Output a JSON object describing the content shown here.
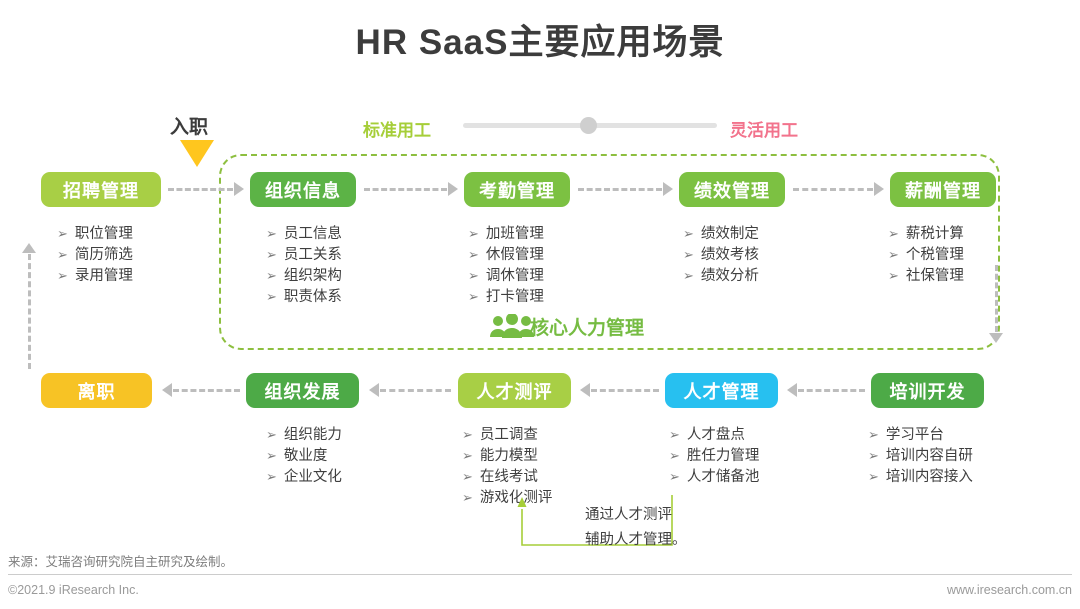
{
  "header": {
    "title": "HR SaaS主要应用场景"
  },
  "onboard": {
    "label": "入职",
    "marker_icon": "down-triangle-icon",
    "marker_color": "#FFC61E"
  },
  "slider": {
    "left_label": "标准用工",
    "right_label": "灵活用工",
    "left_color": "#a6ce39",
    "right_color": "#f2738c",
    "track_color": "#e2e2e2",
    "knob_color": "#cfcfcf",
    "knob_position_percent": 47
  },
  "core_group": {
    "label": "核心人力管理",
    "icon": "people-group-icon",
    "color": "#76bc43",
    "border_color": "#8dbf3f"
  },
  "modules": {
    "recruit": {
      "title": "招聘管理",
      "color": "#a8cf45",
      "items": [
        "职位管理",
        "简历筛选",
        "录用管理"
      ]
    },
    "org_info": {
      "title": "组织信息",
      "color": "#5cb346",
      "items": [
        "员工信息",
        "员工关系",
        "组织架构",
        "职责体系"
      ]
    },
    "attendance": {
      "title": "考勤管理",
      "color": "#7cc142",
      "items": [
        "加班管理",
        "休假管理",
        "调休管理",
        "打卡管理"
      ]
    },
    "performance": {
      "title": "绩效管理",
      "color": "#7cc142",
      "items": [
        "绩效制定",
        "绩效考核",
        "绩效分析"
      ]
    },
    "payroll": {
      "title": "薪酬管理",
      "color": "#7cc142",
      "items": [
        "薪税计算",
        "个税管理",
        "社保管理"
      ]
    },
    "resign": {
      "title": "离职",
      "color": "#f7c325",
      "items": []
    },
    "org_dev": {
      "title": "组织发展",
      "color": "#4daa47",
      "items": [
        "组织能力",
        "敬业度",
        "企业文化"
      ]
    },
    "assessment": {
      "title": "人才测评",
      "color": "#a8cf45",
      "items": [
        "员工调查",
        "能力模型",
        "在线考试",
        "游戏化测评"
      ]
    },
    "talent": {
      "title": "人才管理",
      "color": "#27c0f0",
      "items": [
        "人才盘点",
        "胜任力管理",
        "人才储备池"
      ]
    },
    "training": {
      "title": "培训开发",
      "color": "#4daa47",
      "items": [
        "学习平台",
        "培训内容自研",
        "培训内容接入"
      ]
    }
  },
  "note": {
    "line1": "通过人才测评",
    "line2": "辅助人才管理。",
    "connector_color": "#a6ce39"
  },
  "bullet_glyph": "➢",
  "footer": {
    "source": "来源：艾瑞咨询研究院自主研究及绘制。",
    "copyright": "©2021.9 iResearch Inc.",
    "website": "www.iresearch.com.cn"
  }
}
